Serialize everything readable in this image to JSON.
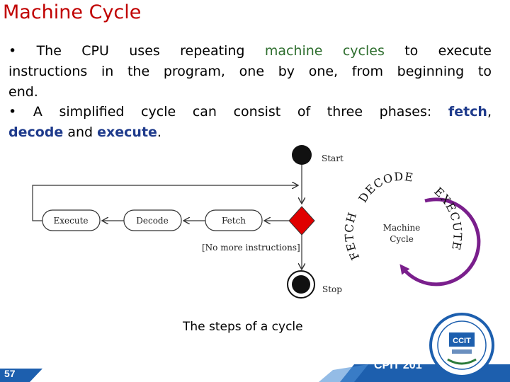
{
  "slide": {
    "title": "Machine Cycle",
    "bullet1": {
      "line1_pre": "• The CPU uses repeating ",
      "line1_hl": "machine cycles",
      "line1_post": " to execute",
      "line2": "instructions in the program, one by one, from beginning to",
      "line3": "end."
    },
    "bullet2": {
      "line1_pre": "• A simplified cycle can consist of three phases: ",
      "line1_hl": "fetch",
      "line1_post": ",",
      "line2_hl1": "decode",
      "line2_mid": " and ",
      "line2_hl2": "execute",
      "line2_post": "."
    },
    "caption": "The steps of a cycle",
    "page_number": "57",
    "course": "CPIT 201"
  },
  "diagram": {
    "start": "Start",
    "stop": "Stop",
    "execute": "Execute",
    "decode": "Decode",
    "fetch": "Fetch",
    "guard": "[No more instructions]",
    "cycle_center_line1": "Machine",
    "cycle_center_line2": "Cycle",
    "arc_decode": "DECODE",
    "arc_execute": "EXECUTE",
    "arc_fetch": "FETCH"
  },
  "colors": {
    "title": "#c00000",
    "highlight_green": "#2e6e2e",
    "highlight_blue": "#1f3b8c",
    "decision": "#e00000",
    "cycle_arc": "#7a1f8c"
  },
  "logo": {
    "text": "CCIT"
  }
}
